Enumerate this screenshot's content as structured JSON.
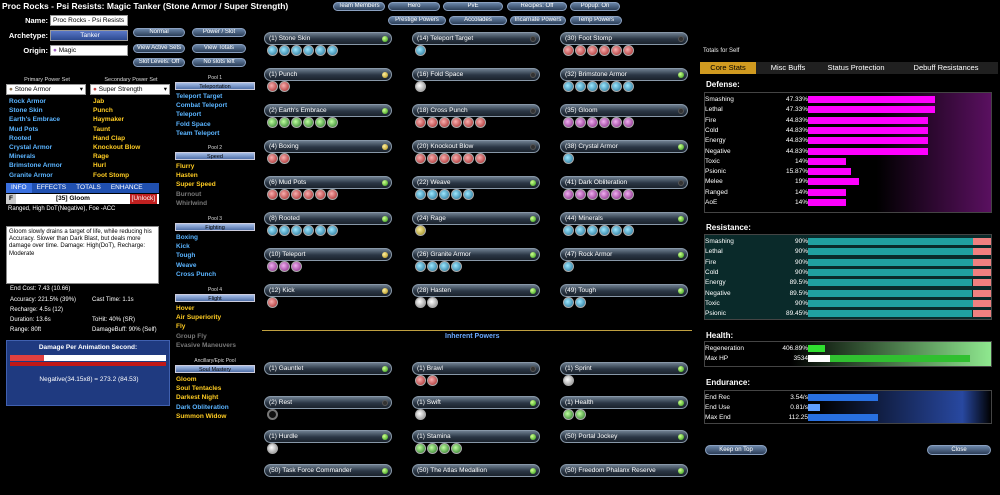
{
  "title": "Proc Rocks - Psi Resists: Magic Tanker (Stone Armor / Super Strength)",
  "top_buttons": [
    "Team Members",
    "Hero",
    "PvE",
    "Recipes: Off",
    "Popup: On",
    "Prestige Powers",
    "Accolades",
    "Incarnate Powers",
    "Temp Powers"
  ],
  "build": {
    "name_label": "Name:",
    "name_value": "Proc Rocks - Psi Resists",
    "arch_label": "Archetype:",
    "arch_value": "Tanker",
    "origin_label": "Origin:",
    "origin_value": "Magic",
    "btn_normal": "Normal",
    "btn_power_slot": "Power / Slot",
    "btn_active_sets": "View Active Sets",
    "btn_totals": "View Totals",
    "btn_slot_levels": "Slot Levels: Off",
    "btn_no_slots": "No slots left"
  },
  "primary": {
    "header": "Primary Power Set",
    "selected": "Stone Armor",
    "powers": [
      "Rock Armor",
      "Stone Skin",
      "Earth's Embrace",
      "Mud Pots",
      "Rooted",
      "Crystal Armor",
      "Minerals",
      "Brimstone Armor",
      "Granite Armor"
    ]
  },
  "secondary": {
    "header": "Secondary Power Set",
    "selected": "Super Strength",
    "powers": [
      "Jab",
      "Punch",
      "Haymaker",
      "Taunt",
      "Hand Clap",
      "Knockout Blow",
      "Rage",
      "Hurl",
      "Foot Stomp"
    ]
  },
  "pools": [
    {
      "caption": "Pool 1",
      "name": "Teleportation",
      "powers": [
        "Teleport Target",
        "Combat Teleport",
        "Teleport",
        "Fold Space",
        "Team Teleport"
      ]
    },
    {
      "caption": "Pool 2",
      "name": "Speed",
      "powers": [
        "Flurry",
        "Hasten",
        "Super Speed",
        "Burnout",
        "Whirlwind"
      ]
    },
    {
      "caption": "Pool 3",
      "name": "Fighting",
      "powers": [
        "Boxing",
        "Kick",
        "Tough",
        "Weave",
        "Cross Punch"
      ]
    },
    {
      "caption": "Pool 4",
      "name": "Flight",
      "powers": [
        "Hover",
        "Air Superiority",
        "Fly",
        "Group Fly",
        "Evasive Maneuvers"
      ]
    },
    {
      "caption": "Ancillary/Epic Pool",
      "name": "Soul Mastery",
      "powers": [
        "Gloom",
        "Soul Tentacles",
        "Darkest Night",
        "Dark Obliteration",
        "Summon Widow"
      ]
    }
  ],
  "info": {
    "tabs": [
      "INFO",
      "EFFECTS",
      "TOTALS",
      "ENHANCE"
    ],
    "letter": "F",
    "power": "[35] Gloom",
    "unlock": "[Unlock]",
    "short": "Ranged, High DoT(Negative), Foe -ACC",
    "desc": "Gloom slowly drains a target of life, while reducing his Accuracy. Slower than Dark Blast, but deals more damage over time. Damage: High(DoT), Recharge: Moderate",
    "end_cost": "End Cost: 7.43 (10.66)",
    "accuracy": "Accuracy: 221.5% (39%)",
    "cast": "Cast Time: 1.1s",
    "recharge": "Recharge: 4.5s (12)",
    "tohit": "ToHit: 40% (SR)",
    "duration": "Duration: 13.6s",
    "range": "Range: 80ft",
    "dmgbuff": "DamageBuff: 90% (Self)",
    "dpa_title": "Damage Per Animation Second:",
    "dpa_value": "Negative(34.15x8) = 273.2 (84.53)"
  },
  "powers_col1": [
    {
      "name": "(1) Stone Skin",
      "slots": [
        "c",
        "c",
        "c",
        "c",
        "c",
        "c"
      ],
      "dot": "g"
    },
    {
      "name": "(1) Punch",
      "slots": [
        "r",
        "r"
      ],
      "dot": "y"
    },
    {
      "name": "(2) Earth's Embrace",
      "slots": [
        "g",
        "g",
        "g",
        "g",
        "g",
        "g"
      ],
      "dot": "g"
    },
    {
      "name": "(4) Boxing",
      "slots": [
        "r",
        "r"
      ],
      "dot": "y"
    },
    {
      "name": "(6) Mud Pots",
      "slots": [
        "r",
        "r",
        "r",
        "r",
        "r",
        "r"
      ],
      "dot": "g"
    },
    {
      "name": "(8) Rooted",
      "slots": [
        "c",
        "c",
        "c",
        "c",
        "c",
        "c"
      ],
      "dot": "g"
    },
    {
      "name": "(10) Teleport",
      "slots": [
        "p",
        "p",
        "p"
      ],
      "dot": "y"
    },
    {
      "name": "(12) Kick",
      "slots": [
        "r"
      ],
      "dot": "y"
    }
  ],
  "powers_col2": [
    {
      "name": "(14) Teleport Target",
      "slots": [
        "c"
      ],
      "dot": "k"
    },
    {
      "name": "(16) Fold Space",
      "slots": [
        "w"
      ],
      "dot": "k"
    },
    {
      "name": "(18) Cross Punch",
      "slots": [
        "r",
        "r",
        "r",
        "r",
        "r",
        "r"
      ],
      "dot": "k"
    },
    {
      "name": "(20) Knockout Blow",
      "slots": [
        "r",
        "r",
        "r",
        "r",
        "r",
        "r"
      ],
      "dot": "k"
    },
    {
      "name": "(22) Weave",
      "slots": [
        "c",
        "c",
        "c",
        "c",
        "c"
      ],
      "dot": "g"
    },
    {
      "name": "(24) Rage",
      "slots": [
        "y"
      ],
      "dot": "g"
    },
    {
      "name": "(26) Granite Armor",
      "slots": [
        "c",
        "c",
        "c",
        "c"
      ],
      "dot": "g"
    },
    {
      "name": "(28) Hasten",
      "slots": [
        "w",
        "w"
      ],
      "dot": "g"
    }
  ],
  "powers_col3": [
    {
      "name": "(30) Foot Stomp",
      "slots": [
        "r",
        "r",
        "r",
        "r",
        "r",
        "r"
      ],
      "dot": "k"
    },
    {
      "name": "(32) Brimstone Armor",
      "slots": [
        "c",
        "c",
        "c",
        "c",
        "c",
        "c"
      ],
      "dot": "g"
    },
    {
      "name": "(35) Gloom",
      "slots": [
        "p",
        "p",
        "p",
        "p",
        "p",
        "p"
      ],
      "dot": "k"
    },
    {
      "name": "(38) Crystal Armor",
      "slots": [
        "c"
      ],
      "dot": "g"
    },
    {
      "name": "(41) Dark Obliteration",
      "slots": [
        "p",
        "p",
        "p",
        "p",
        "p",
        "p"
      ],
      "dot": "k"
    },
    {
      "name": "(44) Minerals",
      "slots": [
        "c",
        "c",
        "c",
        "c",
        "c",
        "c"
      ],
      "dot": "g"
    },
    {
      "name": "(47) Rock Armor",
      "slots": [
        "c"
      ],
      "dot": "g"
    },
    {
      "name": "(49) Tough",
      "slots": [
        "c",
        "c"
      ],
      "dot": "g"
    }
  ],
  "inherent_title": "Inherent Powers",
  "inherent_col1": [
    {
      "name": "(1) Gauntlet",
      "slots": [],
      "dot": "g"
    },
    {
      "name": "(2) Rest",
      "slots": [
        "k"
      ],
      "dot": "k"
    },
    {
      "name": "(1) Hurdle",
      "slots": [
        "w"
      ],
      "dot": "g"
    },
    {
      "name": "(50) Task Force Commander",
      "slots": [],
      "dot": "g"
    }
  ],
  "inherent_col2": [
    {
      "name": "(1) Brawl",
      "slots": [
        "r",
        "r"
      ],
      "dot": "k"
    },
    {
      "name": "(1) Swift",
      "slots": [
        "w"
      ],
      "dot": "g"
    },
    {
      "name": "(1) Stamina",
      "slots": [
        "g",
        "g",
        "g",
        "g"
      ],
      "dot": "g"
    },
    {
      "name": "(50) The Atlas Medallion",
      "slots": [],
      "dot": "g"
    }
  ],
  "inherent_col3": [
    {
      "name": "(1) Sprint",
      "slots": [
        "w"
      ],
      "dot": "g"
    },
    {
      "name": "(1) Health",
      "slots": [
        "g",
        "g"
      ],
      "dot": "g"
    },
    {
      "name": "(50) Portal Jockey",
      "slots": [],
      "dot": "g"
    },
    {
      "name": "(50) Freedom Phalanx Reserve",
      "slots": [],
      "dot": "g"
    }
  ],
  "totals": {
    "window_title": "Totals for Self",
    "tabs": [
      "Core Stats",
      "Misc Buffs",
      "Status Protection",
      "Debuff Resistances"
    ],
    "defense_title": "Defense:",
    "defense": [
      [
        "Smashing",
        "47.33%",
        47.33
      ],
      [
        "Lethal",
        "47.33%",
        47.33
      ],
      [
        "Fire",
        "44.83%",
        44.83
      ],
      [
        "Cold",
        "44.83%",
        44.83
      ],
      [
        "Energy",
        "44.83%",
        44.83
      ],
      [
        "Negative",
        "44.83%",
        44.83
      ],
      [
        "Toxic",
        "14%",
        14
      ],
      [
        "Psionic",
        "15.87%",
        15.87
      ],
      [
        "Melee",
        "19%",
        19
      ],
      [
        "Ranged",
        "14%",
        14
      ],
      [
        "AoE",
        "14%",
        14
      ]
    ],
    "resistance_title": "Resistance:",
    "resistance": [
      [
        "Smashing",
        "90%",
        90
      ],
      [
        "Lethal",
        "90%",
        90
      ],
      [
        "Fire",
        "90%",
        90
      ],
      [
        "Cold",
        "90%",
        90
      ],
      [
        "Energy",
        "89.5%",
        89.5
      ],
      [
        "Negative",
        "89.5%",
        89.5
      ],
      [
        "Toxic",
        "90%",
        90
      ],
      [
        "Psionic",
        "89.45%",
        89.45
      ]
    ],
    "health_title": "Health:",
    "regen_label": "Regeneration",
    "regen_value": "406.89%",
    "maxhp_label": "Max HP",
    "maxhp_value": "3534",
    "endurance_title": "Endurance:",
    "endrec_label": "End Rec",
    "endrec_value": "3.54/s",
    "enduse_label": "End Use",
    "enduse_value": "0.81/s",
    "maxend_label": "Max End",
    "maxend_value": "112.25",
    "keep_on_top": "Keep on Top",
    "close": "Close",
    "colors": {
      "defense": "#ff00ff",
      "resistance": "#20a0a0",
      "health": "#30c030",
      "endurance": "#2070e0",
      "active_tab": "#d09a20"
    }
  }
}
